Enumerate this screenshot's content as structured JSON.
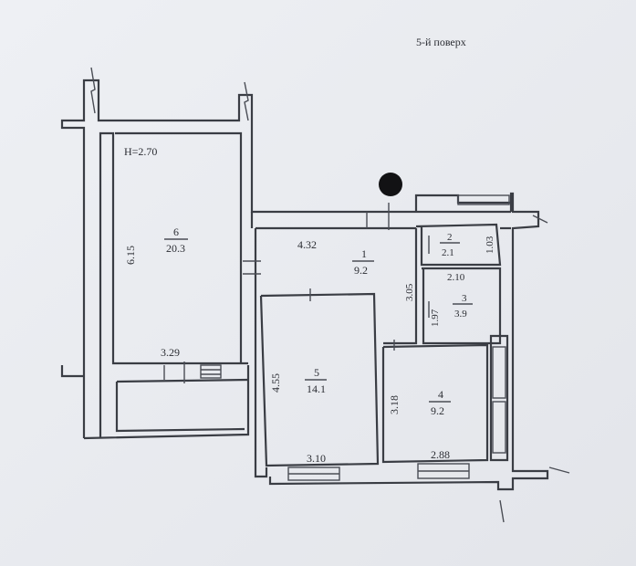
{
  "header": {
    "floor": "5-й поверх"
  },
  "ceiling_height": "H=2.70",
  "rooms": [
    {
      "number": "1",
      "area": "9.2"
    },
    {
      "number": "2",
      "area": "2.1"
    },
    {
      "number": "3",
      "area": "3.9"
    },
    {
      "number": "4",
      "area": "9.2"
    },
    {
      "number": "5",
      "area": "14.1"
    },
    {
      "number": "6",
      "area": "20.3"
    }
  ],
  "dimensions": [
    "6.15",
    "3.29",
    "4.32",
    "3.05",
    "1.97",
    "2.10",
    "1.03",
    "4.55",
    "3.10",
    "3.18",
    "2.88"
  ]
}
